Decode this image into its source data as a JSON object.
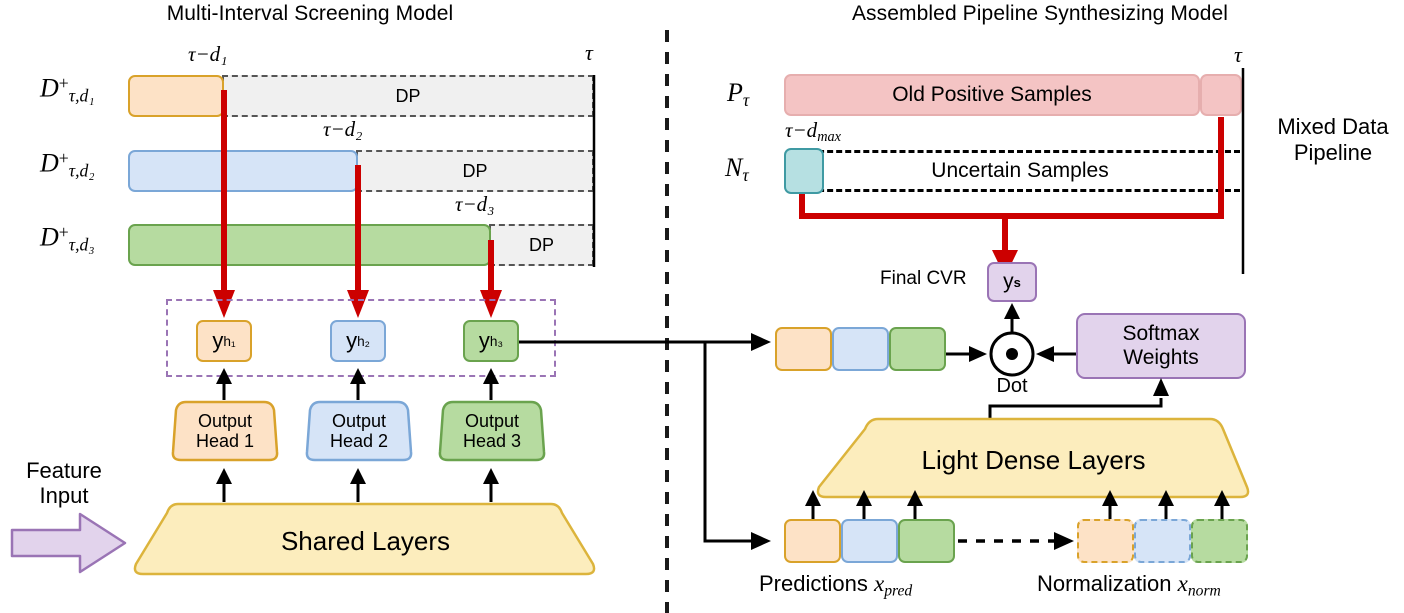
{
  "titles": {
    "left": "Multi-Interval Screening Model",
    "right": "Assembled Pipeline Synthesizing Model"
  },
  "left_panel": {
    "row_labels": [
      {
        "base": "D",
        "sup": "+",
        "sub": "τ,d₁"
      },
      {
        "base": "D",
        "sup": "+",
        "sub": "τ,d₂"
      },
      {
        "base": "D",
        "sup": "+",
        "sub": "τ,d₃"
      }
    ],
    "tick_labels": [
      "τ−d₁",
      "τ−d₂",
      "τ−d₃"
    ],
    "tau_label": "τ",
    "dp_label": "DP",
    "heads": [
      {
        "y_label": "y",
        "y_sub": "h₁"
      },
      {
        "y_label": "y",
        "y_sub": "h₂"
      },
      {
        "y_label": "y",
        "y_sub": "h₃"
      }
    ],
    "output_heads": [
      "Output Head 1",
      "Output Head 2",
      "Output Head 3"
    ],
    "shared_layers": "Shared Layers",
    "feature_input": "Feature Input"
  },
  "right_panel": {
    "p_label": {
      "base": "P",
      "sub": "τ"
    },
    "n_label": {
      "base": "N",
      "sub": "τ"
    },
    "old_positive": "Old Positive Samples",
    "uncertain": "Uncertain Samples",
    "tau_label": "τ",
    "dmax_label": "τ−d",
    "dmax_sub": "max",
    "mixed_pipeline": "Mixed Data Pipeline",
    "final_cvr": "Final CVR",
    "ys_label": "y",
    "ys_sub": "s",
    "dot_label": "Dot",
    "softmax": "Softmax Weights",
    "light_dense": "Light Dense Layers",
    "predictions_label": "Predictions",
    "predictions_math": "x",
    "predictions_sub": "pred",
    "normalization_label": "Normalization",
    "normalization_math": "x",
    "normalization_sub": "norm"
  },
  "colors": {
    "orange_fill": "#fde2c6",
    "orange_stroke": "#d9a22a",
    "blue_fill": "#d6e4f7",
    "blue_stroke": "#7ba7d7",
    "green_fill": "#b6dba0",
    "green_stroke": "#6aa34e",
    "yellow_fill": "#fcedbd",
    "yellow_stroke": "#dcb43c",
    "purple_fill": "#e2d3ec",
    "purple_stroke": "#9a74b5",
    "pink_fill": "#f4c4c4",
    "pink_stroke": "#d98f8f",
    "teal_fill": "#b6e0e2",
    "teal_stroke": "#3f9aa3",
    "red_arrow": "#cc0000",
    "dp_fill": "#f0f0f0",
    "divider": "#1a1a1a"
  }
}
